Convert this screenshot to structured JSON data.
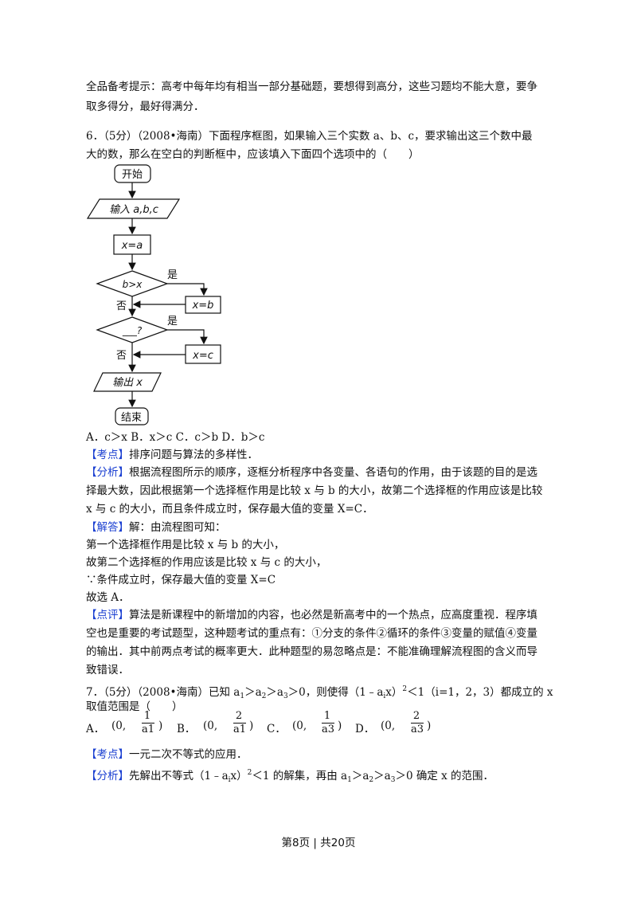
{
  "intro": {
    "line1": "全品备考提示：高考中每年均有相当一部分基础题，要想得到高分，这些习题均不能大意，要争",
    "line2": "取多得分，最好得满分．"
  },
  "q6": {
    "line1": "6．（5分）（2008•海南）下面程序框图，如果输入三个实数 a、b、c，要求输出这三个数中最",
    "line2": "大的数，那么在空白的判断框中，应该填入下面四个选项中的（　　）",
    "flowchart": {
      "start": "开始",
      "input": "输入 a,b,c",
      "assign_a": "x=a",
      "cond1": "b>x",
      "yes1": "是",
      "no1": "否",
      "assign_b": "x=b",
      "cond2": "___?",
      "yes2": "是",
      "no2": "否",
      "assign_c": "x=c",
      "output": "输出 x",
      "end": "结束"
    },
    "options": "A．c＞x B．x＞c C．c＞b D．b＞c",
    "kaodian_tag": "【考点】",
    "kaodian": "排序问题与算法的多样性．",
    "fenxi_tag": "【分析】",
    "fenxi1": "根据流程图所示的顺序，逐框分析程序中各变量、各语句的作用，由于该题的目的是选",
    "fenxi2": "择最大数，因此根据第一个选择框作用是比较 x 与 b 的大小，故第二个选择框的作用应该是比较",
    "fenxi3": "x 与 c 的大小，而且条件成立时，保存最大值的变量 X=C．",
    "jieda_tag": "【解答】",
    "jieda0": "解：由流程图可知：",
    "jieda1": "第一个选择框作用是比较 x 与 b 的大小，",
    "jieda2": "故第二个选择框的作用应该是比较 x 与 c 的大小，",
    "jieda3": "∵条件成立时，保存最大值的变量 X=C",
    "jieda4": "故选 A．",
    "dianping_tag": "【点评】",
    "dianping1": "算法是新课程中的新增加的内容，也必然是新高考中的一个热点，应高度重视．程序填",
    "dianping2": "空也是重要的考试题型，这种题考试的重点有：①分支的条件②循环的条件③变量的赋值④变量",
    "dianping3": "的输出．其中前两点考试的概率更大．此种题型的易忽略点是：不能准确理解流程图的含义而导",
    "dianping4": "致错误．"
  },
  "q7": {
    "line1_pre": "7．（5分）（2008•海南）已知 a",
    "line1_mid1": "＞a",
    "line1_mid2": "＞a",
    "line1_mid3": "＞0，则使得（1﹣a",
    "line1_mid4": "x）",
    "line1_post": "＜1（i=1，2，3）都成立的 x",
    "sub1": "1",
    "sub2": "2",
    "sub3": "3",
    "subi": "i",
    "sup2": "2",
    "line2": "取值范围是（　　）",
    "optA": "A．",
    "optB": "B．",
    "optC": "C．",
    "optD": "D．",
    "intA": "(0,",
    "intB": "(0,",
    "intC": "(0,",
    "intD": "(0,",
    "closeA": ")",
    "closeB": ")",
    "closeC": ")",
    "closeD": ")",
    "numA": "1",
    "denA": "a1",
    "numB": "2",
    "denB": "a1",
    "numC": "1",
    "denC": "a3",
    "numD": "2",
    "denD": "a3",
    "kaodian_tag": "【考点】",
    "kaodian": "一元二次不等式的应用．",
    "fenxi_tag": "【分析】",
    "fenxi_pre": "先解出不等式（1﹣a",
    "fenxi_mid": "x）",
    "fenxi_mid2": "＜1 的解集，再由 a",
    "fenxi_mid3": "＞a",
    "fenxi_mid4": "＞a",
    "fenxi_post": "＞0 确定 x 的范围．"
  },
  "footer": "第8页 | 共20页"
}
